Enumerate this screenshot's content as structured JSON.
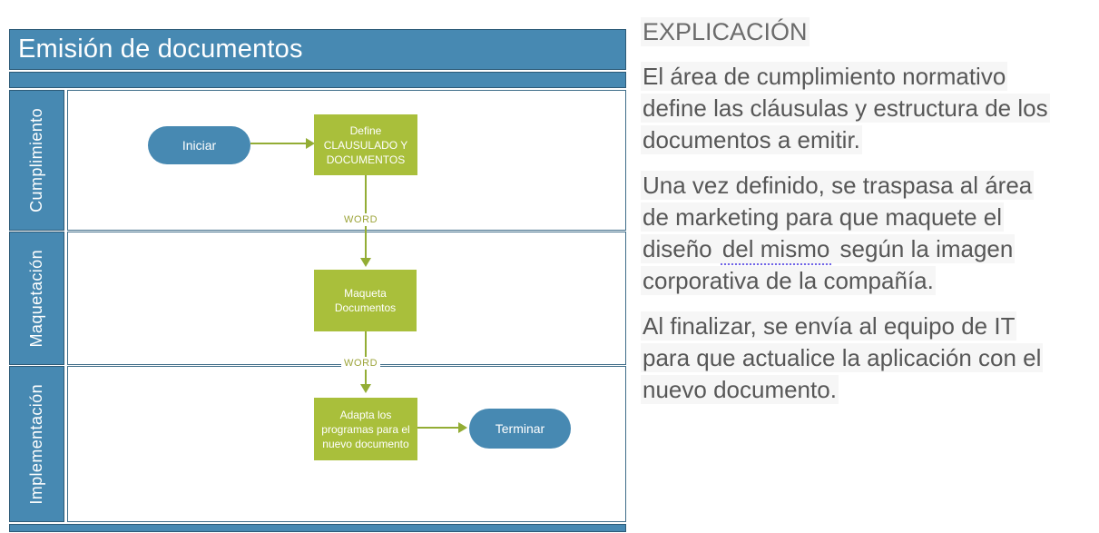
{
  "diagram": {
    "title": "Emisión de documentos",
    "lanes": [
      {
        "label": "Cumplimiento"
      },
      {
        "label": "Maquetación"
      },
      {
        "label": "Implementación"
      }
    ],
    "nodes": {
      "start": "Iniciar",
      "define": "Define\nCLAUSULADO Y\nDOCUMENTOS",
      "maqueta": "Maqueta\nDocumentos",
      "adapta": "Adapta los\nprogramas para el\nnuevo documento",
      "terminar": "Terminar"
    },
    "connectors": {
      "word1": "WORD",
      "word2": "WORD"
    },
    "colors": {
      "lane_blue": "#4789b2",
      "border_dark": "#2c5a77",
      "content_border": "#3f6d89",
      "shape_green": "#a9bf3b",
      "connector_green": "#93ad35",
      "connector_label_olive": "#9ca439",
      "shape_text": "#ffffff"
    }
  },
  "explanation": {
    "heading": "EXPLICACIÓN",
    "paragraph1": "El área de cumplimiento normativo\ndefine las cláusulas y estructura de los\ndocumentos a emitir.",
    "paragraph2_before": "Una vez definido, se traspasa al área\nde marketing para que maquete el\ndiseño ",
    "paragraph2_underlined": "del mismo",
    "paragraph2_after": " según la imagen\ncorporativa de la compañía.",
    "paragraph3": "Al finalizar, se envía al equipo de IT\npara que actualice la aplicación con el\nnuevo documento.",
    "heading_color": "#6b6b6b",
    "text_color": "#575757",
    "underline_color": "#6f63e8"
  }
}
